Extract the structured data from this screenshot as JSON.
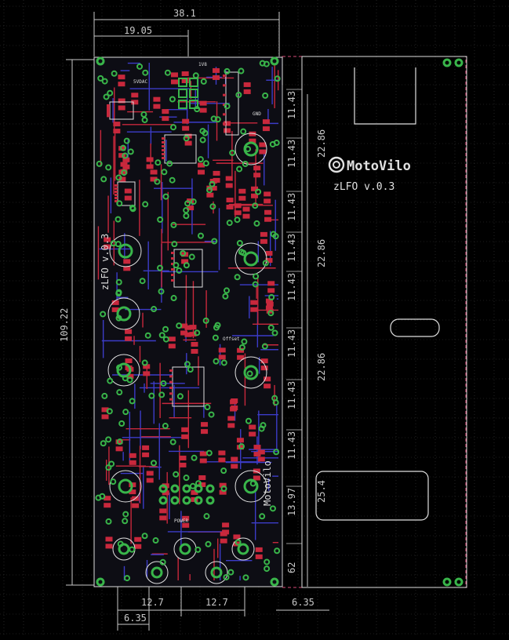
{
  "colors": {
    "background": "#000000",
    "grid": "#3a3a3a",
    "dimension": "#c8c8c8",
    "copper_top": "#c8283c",
    "copper_bottom": "#3c3cc8",
    "via": "#39b54a",
    "outline": "#e0e0e0",
    "panel_dash": "#d94c7a"
  },
  "dimensions": {
    "top_width": "38.1",
    "top_half": "19.05",
    "board_height": "109.22",
    "bottom_left_a": "12.7",
    "bottom_left_b": "12.7",
    "bottom_small": "6.35",
    "bottom_right": "6.35",
    "right_pitch": [
      "11.43",
      "11.43",
      "11.43",
      "11.43",
      "11.43",
      "11.43",
      "11.43",
      "11.43",
      "13.97",
      "62"
    ],
    "right_span": [
      "22.86",
      "22.86",
      "22.86",
      "25.4"
    ]
  },
  "panel": {
    "brand": "MotoVilo",
    "version": "zLFO v.0.3"
  },
  "board": {
    "silk_title": "zLFO v.0.3",
    "silk_brand": "MotoVilo",
    "label_power": "POWER",
    "label_1v8": "1V8",
    "label_offset": "Offset",
    "label_5vdac": "5VDAC",
    "label_gnd": "GND"
  }
}
